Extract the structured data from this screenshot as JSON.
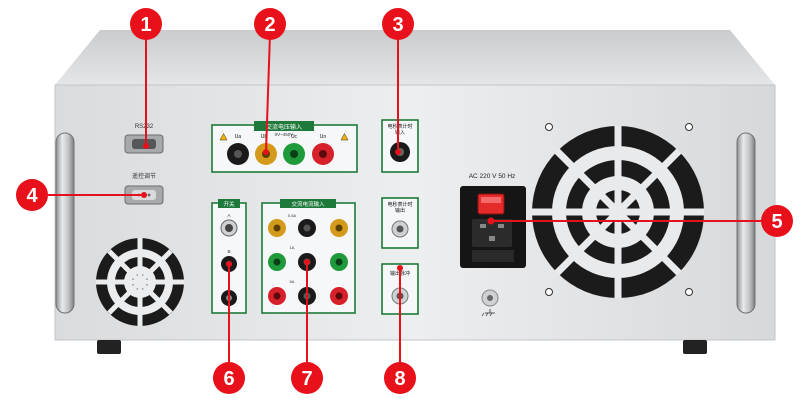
{
  "labels": {
    "rs232": "RS232",
    "remote": "遥控调节",
    "ac_voltage_input": "交流电压输入",
    "ac_voltage_range": "0V~450V",
    "ua": "Ua",
    "ub": "Ub",
    "uc": "Uc",
    "un": "Un",
    "timer_input": "电秒表计时",
    "timer_input_sub": "输入",
    "switch": "开关",
    "switch_a": "A",
    "switch_b": "B",
    "ac_current_input": "交流电流输入",
    "i_05a": "0.5A",
    "i_1a": "1A",
    "i_5a": "5A",
    "timer_output": "电秒表计时",
    "timer_output_sub": "输出",
    "output_pulse": "输出脉冲",
    "power_rating": "AC 220 V 50 Hz"
  },
  "callouts": [
    "1",
    "2",
    "3",
    "4",
    "5",
    "6",
    "7",
    "8"
  ],
  "colors": {
    "callout_red": "#e8101a",
    "panel_green": "#1e7a3a",
    "jack_black": "#1a1a1a",
    "jack_yellow": "#d49a1a",
    "jack_green": "#1f9a3a",
    "jack_red": "#d6202a",
    "chassis": "#e6e8ea",
    "frame": "#d8dadc"
  },
  "icons": [
    "warning-icon",
    "ground-icon",
    "fan-grille-icon",
    "power-switch-icon"
  ]
}
